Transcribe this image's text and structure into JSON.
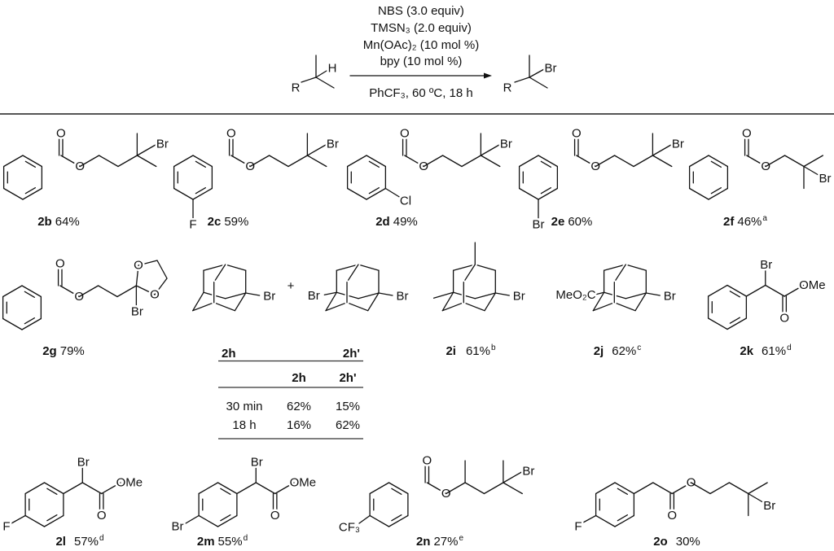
{
  "reaction": {
    "reactant_atoms": [
      "R",
      "H"
    ],
    "product_atoms": [
      "R",
      "Br"
    ],
    "reagents": [
      "NBS (3.0 equiv)",
      "TMSN₃ (2.0 equiv)",
      "Mn(OAc)₂ (10 mol %)",
      "bpy (10 mol %)"
    ],
    "conditions": "PhCF₃, 60 ºC, 18 h"
  },
  "compounds": {
    "2b": {
      "id": "2b",
      "yield": "64%",
      "note": "",
      "atoms": [
        "O",
        "O",
        "Br"
      ]
    },
    "2c": {
      "id": "2c",
      "yield": "59%",
      "note": "",
      "atoms": [
        "O",
        "O",
        "Br",
        "F"
      ]
    },
    "2d": {
      "id": "2d",
      "yield": "49%",
      "note": "",
      "atoms": [
        "O",
        "O",
        "Br",
        "Cl"
      ]
    },
    "2e": {
      "id": "2e",
      "yield": "60%",
      "note": "",
      "atoms": [
        "O",
        "O",
        "Br",
        "Br"
      ]
    },
    "2f": {
      "id": "2f",
      "yield": "46%",
      "note": "a",
      "atoms": [
        "O",
        "O",
        "Br"
      ]
    },
    "2g": {
      "id": "2g",
      "yield": "79%",
      "note": "",
      "atoms": [
        "O",
        "O",
        "Br",
        "O",
        "O"
      ]
    },
    "2h": {
      "atoms": [
        "Br"
      ]
    },
    "2h_prime": {
      "atoms": [
        "Br",
        "Br"
      ]
    },
    "plus": "+",
    "2i": {
      "id": "2i",
      "yield": "61%",
      "note": "b",
      "atoms": [
        "Br"
      ]
    },
    "2j": {
      "id": "2j",
      "yield": "62%",
      "note": "c",
      "atoms": [
        "Br",
        "MeO₂C"
      ]
    },
    "2k": {
      "id": "2k",
      "yield": "61%",
      "note": "d",
      "atoms": [
        "Br",
        "O",
        "OMe"
      ]
    },
    "2l": {
      "id": "2l",
      "yield": "57%",
      "note": "d",
      "atoms": [
        "Br",
        "O",
        "OMe",
        "F"
      ]
    },
    "2m": {
      "id": "2m",
      "yield": "55%",
      "note": "d",
      "atoms": [
        "Br",
        "O",
        "OMe",
        "Br"
      ]
    },
    "2n": {
      "id": "2n",
      "yield": "27%",
      "note": "e",
      "atoms": [
        "O",
        "O",
        "Br",
        "CF₃"
      ]
    },
    "2o": {
      "id": "2o",
      "yield": "30%",
      "note": "",
      "atoms": [
        "O",
        "O",
        "Br",
        "F"
      ]
    }
  },
  "table": {
    "top_labels": [
      "2h",
      "2h'"
    ],
    "columns": [
      "",
      "2h",
      "2h'"
    ],
    "rows": [
      [
        "30 min",
        "62%",
        "15%"
      ],
      [
        "18 h",
        "16%",
        "62%"
      ]
    ]
  }
}
